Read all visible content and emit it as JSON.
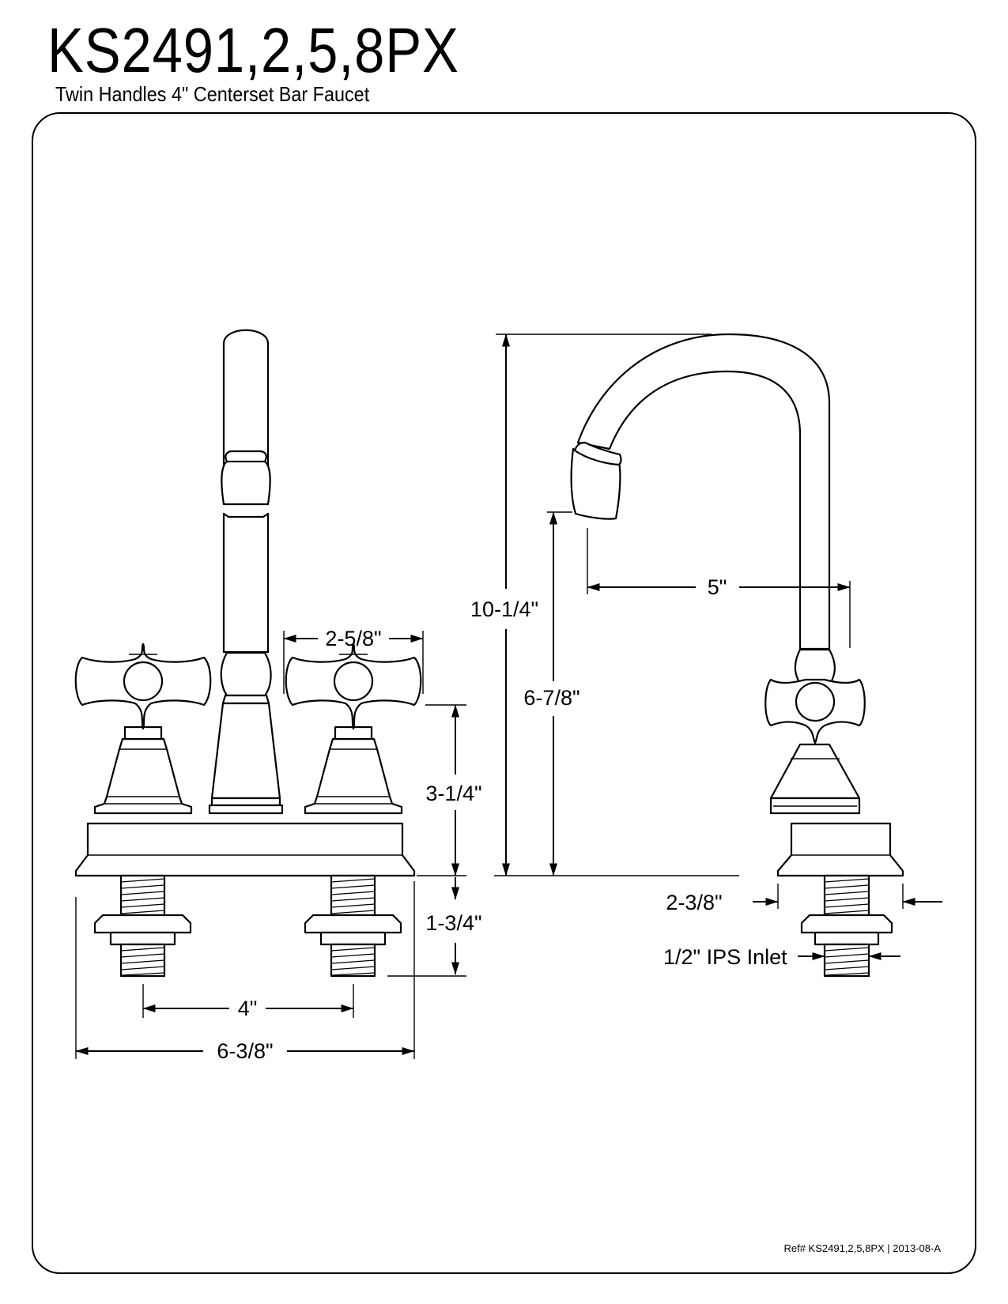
{
  "header": {
    "model": "KS2491,2,5,8PX",
    "subtitle": "Twin Handles 4\" Centerset Bar Faucet"
  },
  "dimensions": {
    "height_total": "10-1/4\"",
    "spout_reach": "5\"",
    "spout_clearance": "6-7/8\"",
    "handle_spread": "2-5/8\"",
    "body_height": "3-1/4\"",
    "shank_length": "1-3/4\"",
    "center_spacing": "4\"",
    "base_width": "6-3/8\"",
    "base_depth": "2-3/8\"",
    "inlet": "1/2\" IPS Inlet"
  },
  "footer": {
    "reference": "Ref# KS2491,2,5,8PX | 2013-08-A"
  }
}
